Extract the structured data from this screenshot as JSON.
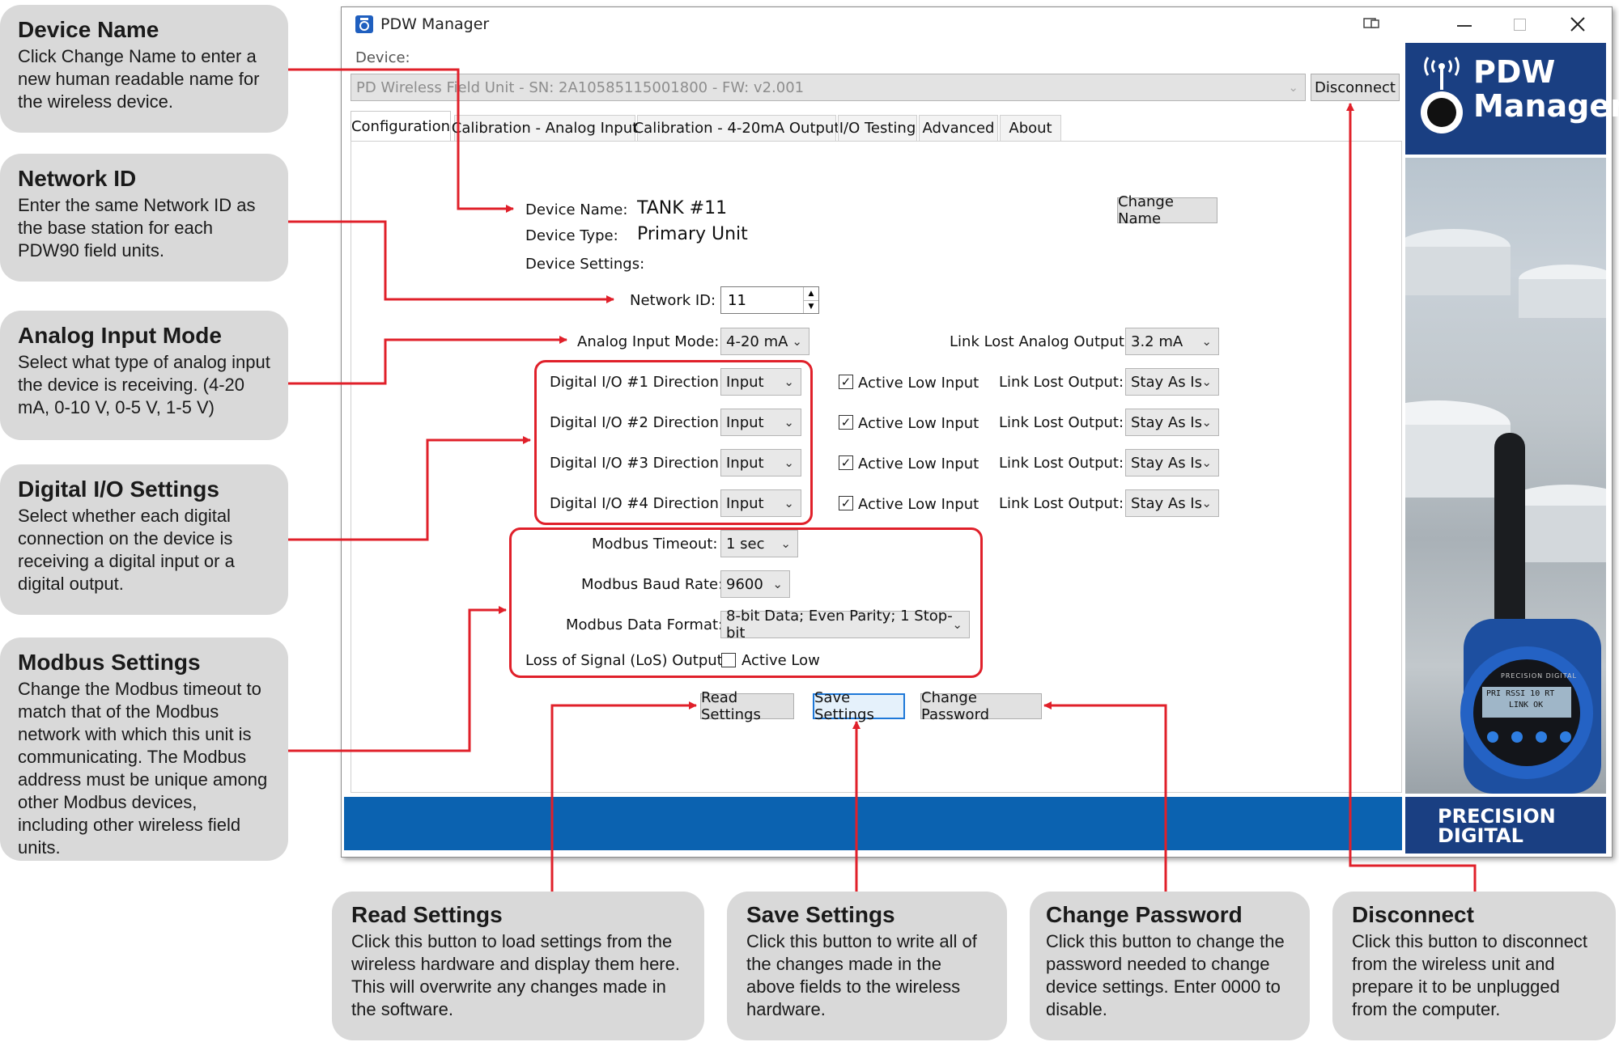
{
  "window": {
    "title": "PDW Manager",
    "device_label": "Device:",
    "device_value": "PD Wireless Field Unit - SN: 2A10585115001800 - FW: v2.001",
    "disconnect_label": "Disconnect"
  },
  "tabs": [
    {
      "label": "Configuration"
    },
    {
      "label": "Calibration - Analog Input"
    },
    {
      "label": "Calibration - 4-20mA Output"
    },
    {
      "label": "I/O Testing"
    },
    {
      "label": "Advanced"
    },
    {
      "label": "About"
    }
  ],
  "config": {
    "device_name_label": "Device Name:",
    "device_name_value": "TANK #11",
    "device_type_label": "Device Type:",
    "device_type_value": "Primary Unit",
    "device_settings_label": "Device Settings:",
    "change_name_label": "Change Name",
    "network_id_label": "Network ID:",
    "network_id_value": "11",
    "analog_input_mode_label": "Analog Input Mode:",
    "analog_input_mode_value": "4-20 mA",
    "link_lost_analog_label": "Link Lost Analog Output:",
    "link_lost_analog_value": "3.2 mA",
    "digital_io": [
      {
        "label": "Digital I/O #1  Direction:",
        "direction": "Input",
        "active_low": "Active Low Input",
        "link_lost_label": "Link Lost Output:",
        "link_lost_value": "Stay As Is"
      },
      {
        "label": "Digital I/O #2  Direction:",
        "direction": "Input",
        "active_low": "Active Low Input",
        "link_lost_label": "Link Lost Output:",
        "link_lost_value": "Stay As Is"
      },
      {
        "label": "Digital I/O #3  Direction:",
        "direction": "Input",
        "active_low": "Active Low Input",
        "link_lost_label": "Link Lost Output:",
        "link_lost_value": "Stay As Is"
      },
      {
        "label": "Digital I/O #4  Direction:",
        "direction": "Input",
        "active_low": "Active Low Input",
        "link_lost_label": "Link Lost Output:",
        "link_lost_value": "Stay As Is"
      }
    ],
    "modbus_timeout_label": "Modbus Timeout:",
    "modbus_timeout_value": "1 sec",
    "modbus_baud_label": "Modbus Baud Rate:",
    "modbus_baud_value": "9600",
    "modbus_format_label": "Modbus Data Format:",
    "modbus_format_value": "8-bit Data; Even Parity; 1 Stop-bit",
    "los_label": "Loss of Signal (LoS) Output:",
    "los_value": "Active Low",
    "read_settings_label": "Read Settings",
    "save_settings_label": "Save Settings",
    "change_password_label": "Change Password"
  },
  "brand": {
    "logo_line1": "PDW",
    "logo_line2": "Manager",
    "footer_line1": "PRECISION",
    "footer_line2": "DIGITAL",
    "device_screen_line1": "PRI  RSSI 10  RT",
    "device_screen_line2": "LINK OK",
    "device_top_text": "PRECISION DIGITAL"
  },
  "callouts": {
    "device_name": {
      "title": "Device Name",
      "body": "Click Change Name to enter a new human readable name for the wireless device."
    },
    "network_id": {
      "title": "Network ID",
      "body": "Enter the same Network ID as the base station for each PDW90 field units."
    },
    "analog_input_mode": {
      "title": "Analog Input Mode",
      "body": "Select what type of analog input the device is receiving. (4-20 mA, 0-10 V, 0-5 V, 1-5 V)"
    },
    "digital_io": {
      "title": "Digital I/O Settings",
      "body": "Select whether each digital connection on the device is receiving a digital input or a digital output."
    },
    "modbus": {
      "title": "Modbus Settings",
      "body": "Change the Modbus timeout to match that of the Modbus network with which this unit is communicating. The Modbus address must be unique among other Modbus devices, including other wireless field units."
    },
    "read_settings": {
      "title": "Read Settings",
      "body": "Click this button to load settings from the wireless hardware and display them here. This will overwrite any changes made in the software."
    },
    "save_settings": {
      "title": "Save Settings",
      "body": "Click this button to write all of the changes made in the above fields to the wireless hardware."
    },
    "change_password": {
      "title": "Change Password",
      "body": "Click this button to change the password needed to change device settings. Enter 0000 to disable."
    },
    "disconnect": {
      "title": "Disconnect",
      "body": "Click this button to disconnect from the wireless unit and prepare it to be unplugged from the computer."
    }
  },
  "colors": {
    "annotation_red": "#e0202a",
    "callout_gray": "#d9d9d9",
    "status_bar_blue": "#0b62b0",
    "brand_navy": "#1a3f82"
  }
}
